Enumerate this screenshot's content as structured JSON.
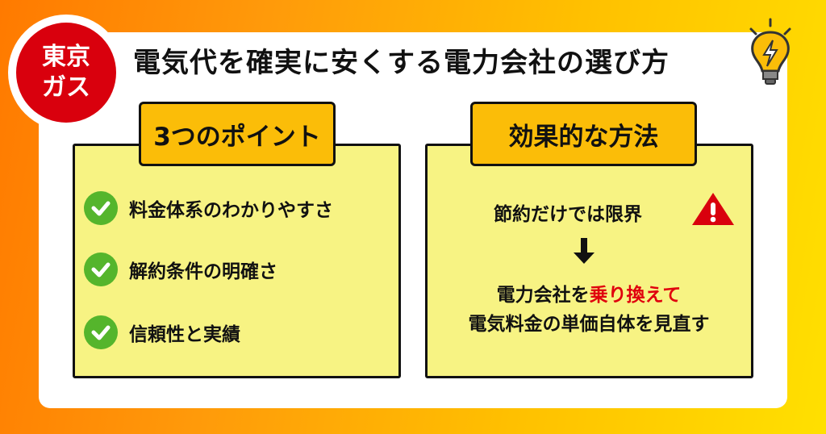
{
  "logo": {
    "line1": "東京",
    "line2": "ガス"
  },
  "title": "電気代を確実に安くする電力会社の選び方",
  "left": {
    "heading": "3つのポイント",
    "items": [
      "料金体系のわかりやすさ",
      "解約条件の明確さ",
      "信頼性と実績"
    ]
  },
  "right": {
    "heading": "効果的な方法",
    "limit": "節約だけでは限界",
    "line1_a": "電力会社を",
    "line1_b": "乗り換えて",
    "line2": "電気料金の単価自体を見直す"
  },
  "colors": {
    "accent_red": "#d9000d",
    "check_green": "#55b52c",
    "tab": "#fbbd08",
    "box": "#f7f383"
  }
}
